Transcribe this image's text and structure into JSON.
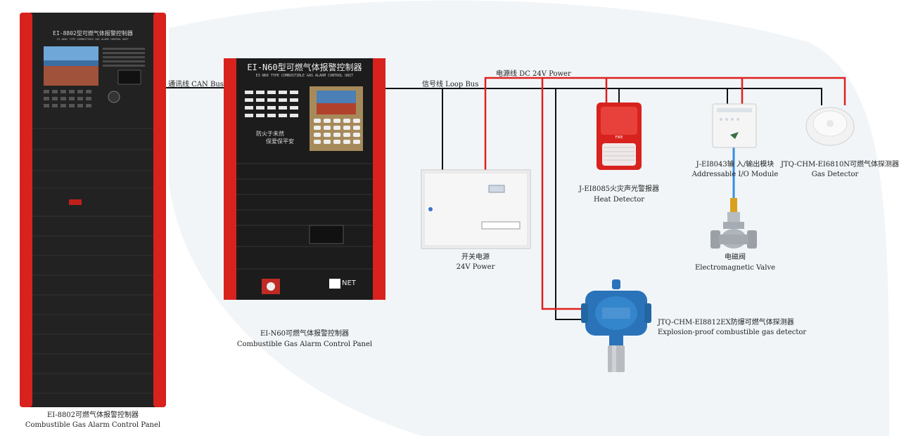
{
  "cabinet_large": {
    "title_cn": "EI-8802型可燃气体报警控制器",
    "title_en": "EI-8802 TYPE COMBUSTIBLE GAS ALARM CONTROL UNIT",
    "caption_line1": "EI-8802可燃气体报警控制器",
    "caption_line2": "Combustible Gas Alarm Control Panel"
  },
  "panel_n60": {
    "title_cn": "EI-N60型可燃气体报警控制器",
    "title_en": "EI-N60 TYPE COMBUSTIBLE GAS ALARM CONTROL UNIT",
    "slogan_line1": "防火于未然",
    "slogan_line2": "保爱保平安",
    "brand": "NET",
    "caption_line1": "EI-N60可燃气体报警控制器",
    "caption_line2": "Combustible Gas Alarm Control Panel"
  },
  "wires": {
    "can_bus": "通讯线 CAN Bus",
    "loop_bus": "信号线 Loop Bus",
    "power_line": "电源线 DC 24V Power"
  },
  "power_supply": {
    "caption_line1": "开关电源",
    "caption_line2": "24V Power"
  },
  "heat_detector": {
    "badge": "FIRE",
    "caption_line1": "J-EI8085火灾声光警报器",
    "caption_line2": "Heat Detector"
  },
  "io_module": {
    "caption_line1": "J-EI8043输  入/输出模块",
    "caption_line2": "Addressable I/O Module"
  },
  "gas_detector": {
    "caption_line1": "JTQ-CHM-EI6810N可燃气体探测器",
    "caption_line2": "Gas Detector"
  },
  "valve": {
    "caption_line1": "电磁阀",
    "caption_line2": "Electromagnetic Valve"
  },
  "explosion_detector": {
    "caption_line1": "JTQ-CHM-EI8812EX防爆可燃气体探测器",
    "caption_line2": "Explosion-proof combustible gas detector"
  },
  "colors": {
    "loop_bus": "#111111",
    "power_line": "#e0201c",
    "cabinet_red": "#d8221e",
    "cabinet_dark": "#1c1c1c",
    "detector_blue": "#2a73b8"
  }
}
